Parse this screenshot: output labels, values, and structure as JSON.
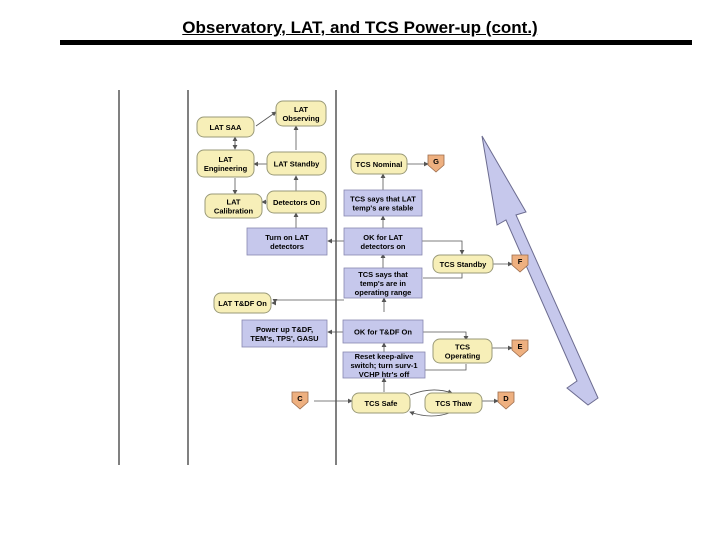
{
  "page": {
    "title": "Observatory, LAT, and TCS Power-up (cont.)"
  },
  "diagram": {
    "state_nodes": [
      {
        "id": "lat-observing",
        "lines": [
          "LAT",
          "Observing"
        ]
      },
      {
        "id": "lat-saa",
        "lines": [
          "LAT SAA"
        ]
      },
      {
        "id": "lat-engineering",
        "lines": [
          "LAT",
          "Engineering"
        ]
      },
      {
        "id": "lat-standby",
        "lines": [
          "LAT Standby"
        ]
      },
      {
        "id": "tcs-nominal",
        "lines": [
          "TCS Nominal"
        ]
      },
      {
        "id": "lat-calibration",
        "lines": [
          "LAT",
          "Calibration"
        ]
      },
      {
        "id": "detectors-on",
        "lines": [
          "Detectors On"
        ]
      },
      {
        "id": "tcs-standby",
        "lines": [
          "TCS Standby"
        ]
      },
      {
        "id": "lat-tdf-on",
        "lines": [
          "LAT T&DF On"
        ]
      },
      {
        "id": "tcs-operating",
        "lines": [
          "TCS",
          "Operating"
        ]
      },
      {
        "id": "tcs-safe",
        "lines": [
          "TCS Safe"
        ]
      },
      {
        "id": "tcs-thaw",
        "lines": [
          "TCS Thaw"
        ]
      }
    ],
    "action_boxes": [
      {
        "id": "tcs-says-lat-stable",
        "lines": [
          "TCS says that LAT",
          "temp's are stable"
        ]
      },
      {
        "id": "turn-on-lat-detectors",
        "lines": [
          "Turn on LAT",
          "detectors"
        ]
      },
      {
        "id": "ok-for-lat-detectors",
        "lines": [
          "OK for LAT",
          "detectors on"
        ]
      },
      {
        "id": "tcs-says-operating-range",
        "lines": [
          "TCS says that",
          "temp's are in",
          "operating range"
        ]
      },
      {
        "id": "power-up-tdf",
        "lines": [
          "Power up T&DF,",
          "TEM's, TPS', GASU"
        ]
      },
      {
        "id": "ok-for-tdf-on",
        "lines": [
          "OK for T&DF On"
        ]
      },
      {
        "id": "reset-keep-alive",
        "lines": [
          "Reset keep-alive",
          "switch; turn surv-1",
          "VCHP htr's off"
        ]
      }
    ],
    "connectors": [
      {
        "id": "connector-g",
        "label": "G"
      },
      {
        "id": "connector-f",
        "label": "F"
      },
      {
        "id": "connector-e",
        "label": "E"
      },
      {
        "id": "connector-c",
        "label": "C"
      },
      {
        "id": "connector-d",
        "label": "D"
      }
    ],
    "colors": {
      "state_fill": "#f7efb8",
      "state_stroke": "#9a9a78",
      "action_fill": "#c6c8ec",
      "action_stroke": "#8888b0",
      "connector_fill": "#eeb080",
      "big_arrow_fill": "#c6c8ec",
      "line": "#555555"
    }
  }
}
